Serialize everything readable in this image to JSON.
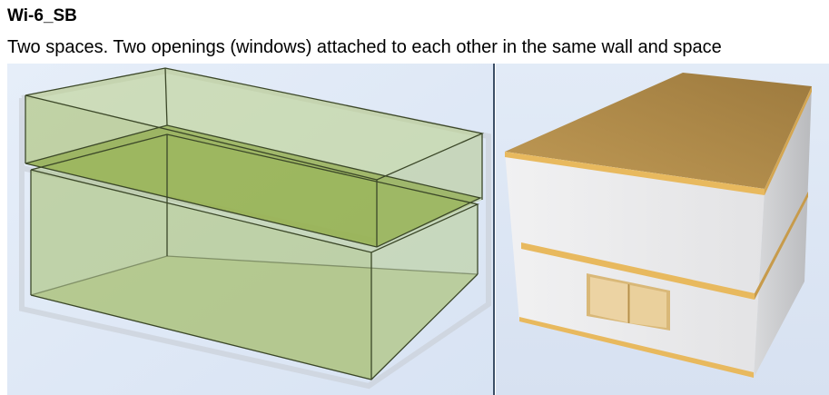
{
  "heading": {
    "title": "Wi-6_SB",
    "description": "Two spaces. Two openings (windows) attached to each other in the same wall and space"
  },
  "views": {
    "left": {
      "icon": "translucent-space-volumes"
    },
    "right": {
      "icon": "solid-building-model"
    }
  },
  "colors": {
    "viewport_background": "#dfe8f5",
    "space_fill": "#aec67a",
    "space_fill_dark": "#98b152",
    "space_edge": "#3b4728",
    "roof": "#b08a48",
    "slab_edge": "#e8b95e",
    "wall_front": "#e9e9ea",
    "wall_side": "#cfd0d2",
    "window": "#e2c48c",
    "divider": "#3c4f66"
  }
}
